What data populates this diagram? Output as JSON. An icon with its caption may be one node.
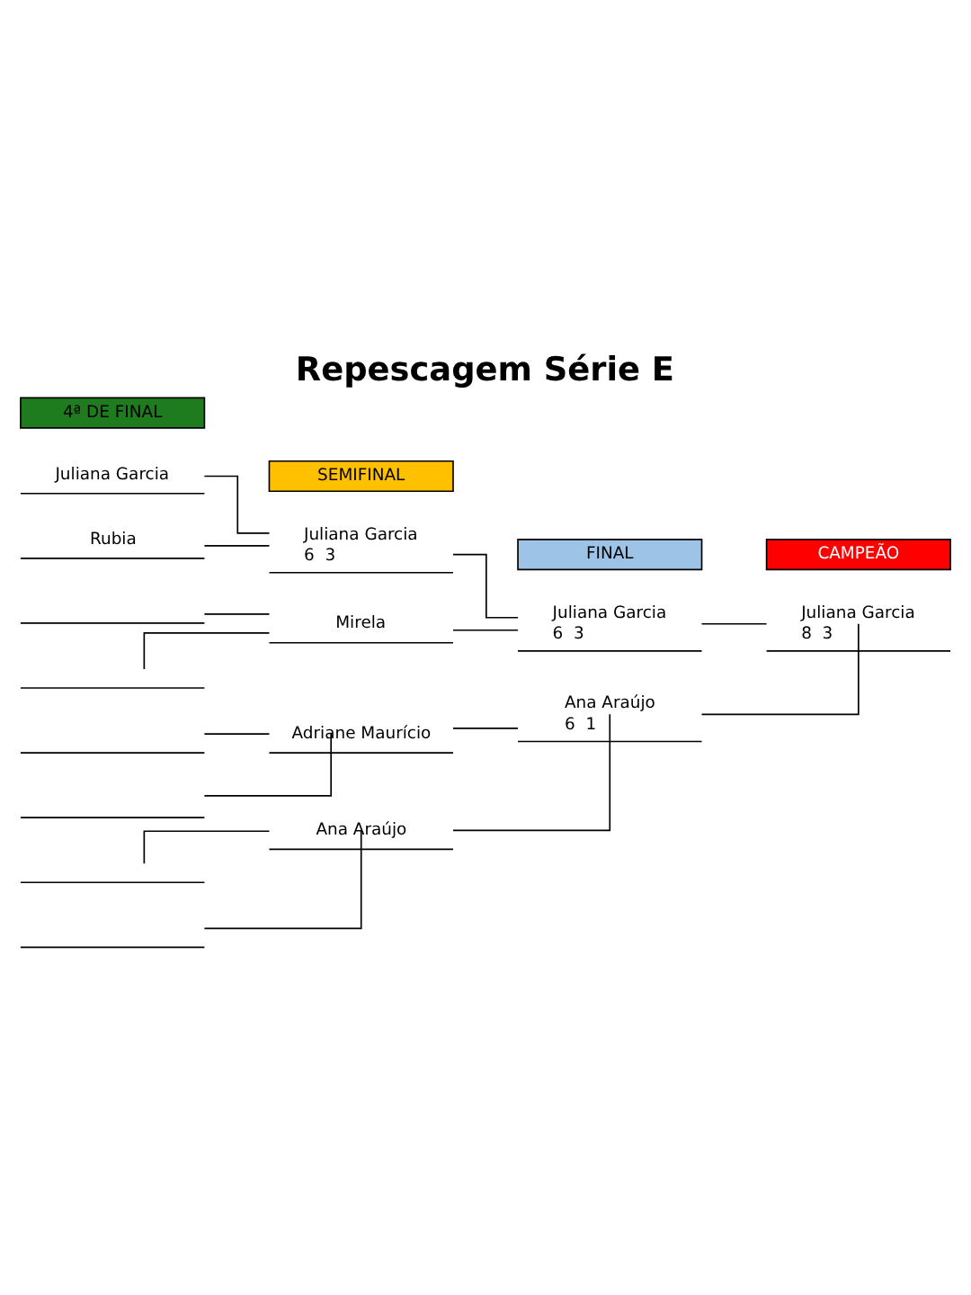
{
  "diagram": {
    "title": "Repescagem Série E",
    "nodes": [
      {
        "text": [
          "Juliana Garcia"
        ]
      },
      {
        "text": [
          "Rubia"
        ]
      },
      {
        "text": [],
        "shape": "line"
      },
      {
        "text": [],
        "shape": "line"
      },
      {
        "text": [],
        "shape": "line"
      },
      {
        "text": [],
        "shape": "line"
      },
      {
        "text": [],
        "shape": "line"
      },
      {
        "text": [],
        "shape": "line"
      },
      {
        "text": [
          "Juliana Garcia",
          "6  3"
        ]
      },
      {
        "text": [
          "Mirela"
        ]
      },
      {
        "text": [
          "Adriane Maurício"
        ]
      },
      {
        "text": [
          "Ana Araújo"
        ]
      },
      {
        "text": [
          "Juliana Garcia",
          "6  3"
        ]
      },
      {
        "text": [
          "Ana Araújo",
          "6  1"
        ]
      },
      {
        "text": [
          "Juliana Garcia",
          "8  3"
        ]
      }
    ],
    "edges": [
      {
        "from": 0,
        "to": 8,
        "arrow": "none"
      },
      {
        "from": 1,
        "to": 8,
        "arrow": "none"
      },
      {
        "from": 2,
        "to": 9,
        "arrow": "none"
      },
      {
        "from": 3,
        "to": 9,
        "arrow": "none"
      },
      {
        "from": 4,
        "to": 10,
        "arrow": "none"
      },
      {
        "from": 5,
        "to": 10,
        "arrow": "none"
      },
      {
        "from": 6,
        "to": 11,
        "arrow": "none"
      },
      {
        "from": 7,
        "to": 11,
        "arrow": "none"
      },
      {
        "from": 8,
        "to": 12,
        "arrow": "none"
      },
      {
        "from": 9,
        "to": 12,
        "arrow": "none"
      },
      {
        "from": 10,
        "to": 13,
        "arrow": "none"
      },
      {
        "from": 11,
        "to": 13,
        "arrow": "none"
      },
      {
        "from": 12,
        "to": 14,
        "arrow": "none"
      },
      {
        "from": 13,
        "to": 14,
        "arrow": "none"
      }
    ],
    "labels": [
      "4ª DE FINAL",
      "SEMIFINAL",
      "FINAL",
      "CAMPEÃO"
    ]
  }
}
